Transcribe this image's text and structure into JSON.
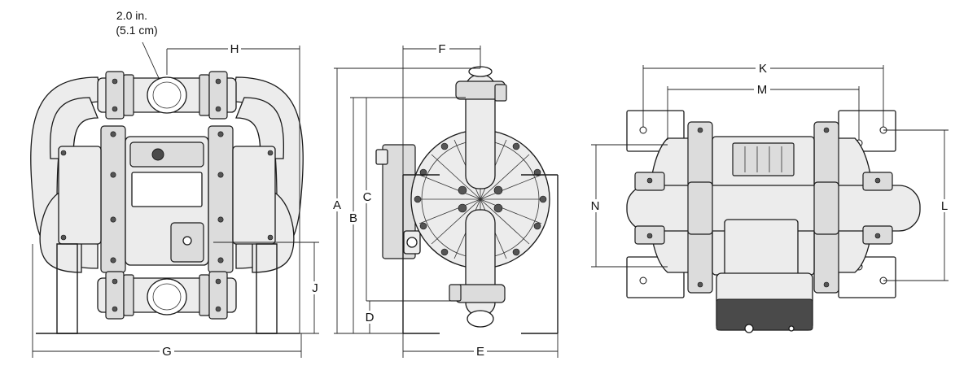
{
  "diagram": {
    "note": {
      "line1": "2.0 in.",
      "line2": "(5.1 cm)"
    },
    "labels": {
      "A": "A",
      "B": "B",
      "C": "C",
      "D": "D",
      "E": "E",
      "F": "F",
      "G": "G",
      "H": "H",
      "J": "J",
      "K": "K",
      "L": "L",
      "M": "M",
      "N": "N"
    }
  }
}
